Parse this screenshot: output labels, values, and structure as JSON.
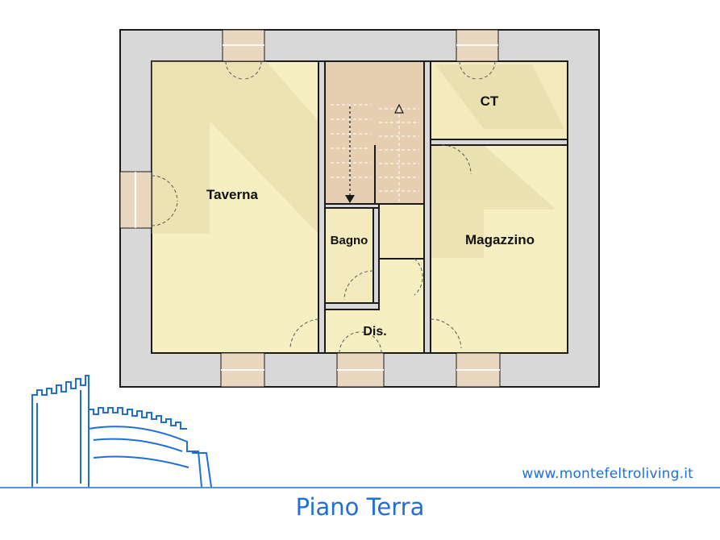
{
  "rooms": {
    "taverna": "Taverna",
    "ct": "CT",
    "bagno": "Bagno",
    "magazzino": "Magazzino",
    "dis": "Dis."
  },
  "footer": {
    "website": "www.montefeltroliving.it",
    "floor_title": "Piano Terra"
  },
  "colors": {
    "wall_fill": "#d8d8d8",
    "wall_stroke": "#1a1a1a",
    "room_fill": "#f6efc2",
    "stair_fill": "#e6cfb1",
    "window_fill": "#e9d8bf",
    "brand_blue": "#1f6fd6"
  },
  "icons": {
    "logo": "castle-tower-logo",
    "stair_arrow": "stair-direction-arrow"
  }
}
